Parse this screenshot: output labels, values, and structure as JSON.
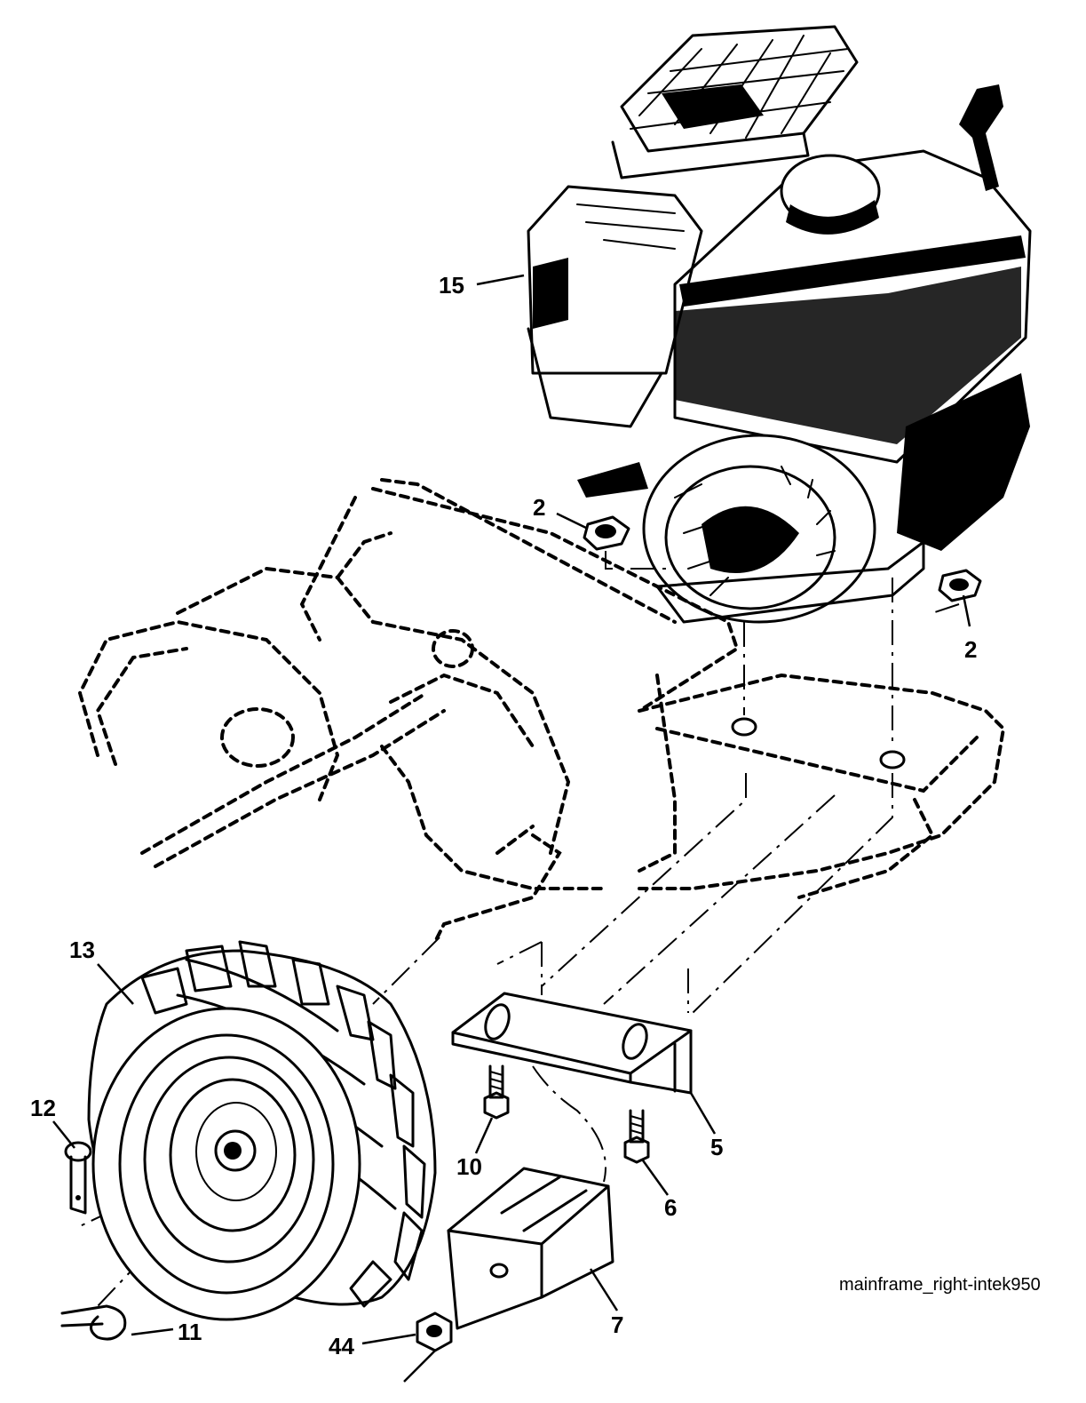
{
  "diagram": {
    "caption": "mainframe_right-intek950",
    "callouts": [
      {
        "id": "15",
        "label": "15"
      },
      {
        "id": "2a",
        "label": "2"
      },
      {
        "id": "2b",
        "label": "2"
      },
      {
        "id": "13",
        "label": "13"
      },
      {
        "id": "12",
        "label": "12"
      },
      {
        "id": "10",
        "label": "10"
      },
      {
        "id": "5",
        "label": "5"
      },
      {
        "id": "6",
        "label": "6"
      },
      {
        "id": "7",
        "label": "7"
      },
      {
        "id": "11",
        "label": "11"
      },
      {
        "id": "44",
        "label": "44"
      }
    ]
  }
}
